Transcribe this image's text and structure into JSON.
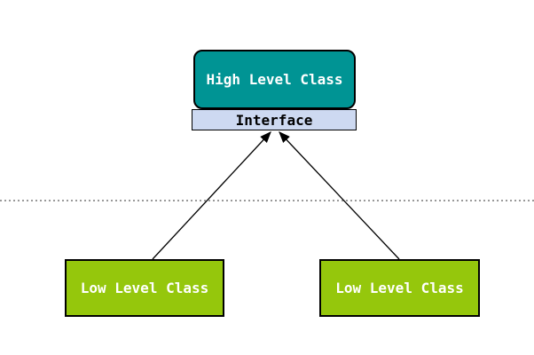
{
  "nodes": {
    "high_level": {
      "label": "High Level Class",
      "fill": "#009494",
      "text_color": "#ffffff"
    },
    "interface": {
      "label": "Interface",
      "fill": "#CDD9F1",
      "text_color": "#000000"
    },
    "low_level_left": {
      "label": "Low Level Class",
      "fill": "#95C70C",
      "text_color": "#ffffff"
    },
    "low_level_right": {
      "label": "Low Level Class",
      "fill": "#95C70C",
      "text_color": "#ffffff"
    }
  },
  "colors": {
    "border": "#000000",
    "connector": "#000000",
    "divider": "#999999",
    "background": "#ffffff"
  }
}
